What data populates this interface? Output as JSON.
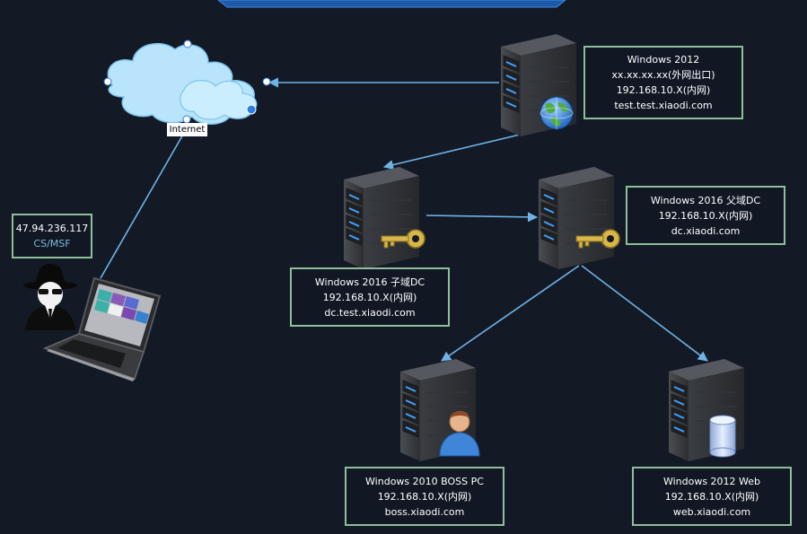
{
  "cloud": {
    "label": "Internet"
  },
  "attacker": {
    "ip": "47.94.236.117",
    "tool": "CS/MSF"
  },
  "nodes": {
    "win2012_edge": {
      "line1": "Windows 2012",
      "line2": "xx.xx.xx.xx(外网出口)",
      "line3": "192.168.10.X(内网)",
      "line4": "test.test.xiaodi.com",
      "icon": "server-globe-icon"
    },
    "child_dc": {
      "line1": "Windows 2016 子域DC",
      "line2": "192.168.10.X(内网)",
      "line3": "dc.test.xiaodi.com",
      "icon": "server-key-icon"
    },
    "parent_dc": {
      "line1": "Windows 2016 父域DC",
      "line2": "192.168.10.X(内网)",
      "line3": "dc.xiaodi.com",
      "icon": "server-key-icon"
    },
    "boss_pc": {
      "line1": "Windows 2010 BOSS PC",
      "line2": "192.168.10.X(内网)",
      "line3": "boss.xiaodi.com",
      "icon": "server-user-icon"
    },
    "web": {
      "line1": "Windows 2012 Web",
      "line2": "192.168.10.X(内网)",
      "line3": "web.xiaodi.com",
      "icon": "server-database-icon"
    }
  },
  "colors": {
    "background": "#131a26",
    "connector": "#6fb3e6",
    "label_border": "#8fbf9a",
    "top_bar": "#1f5aa8"
  }
}
